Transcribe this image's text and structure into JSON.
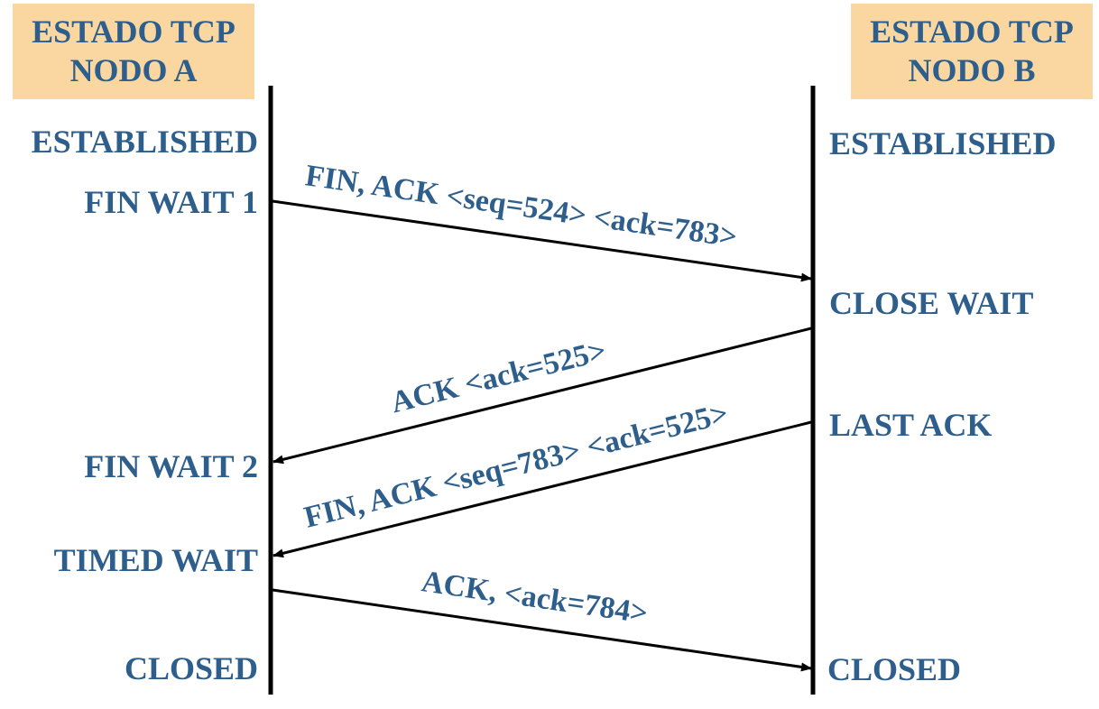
{
  "node_a": {
    "line1": "ESTADO TCP",
    "line2": "NODO A"
  },
  "node_b": {
    "line1": "ESTADO TCP",
    "line2": "NODO B"
  },
  "states_a": {
    "established": "ESTABLISHED",
    "fin_wait_1": "FIN WAIT 1",
    "fin_wait_2": "FIN WAIT 2",
    "timed_wait": "TIMED WAIT",
    "closed": "CLOSED"
  },
  "states_b": {
    "established": "ESTABLISHED",
    "close_wait": "CLOSE WAIT",
    "last_ack": "LAST ACK",
    "closed": "CLOSED"
  },
  "messages": {
    "m1": "FIN, ACK <seq=524> <ack=783>",
    "m2": "ACK <ack=525>",
    "m3": "FIN, ACK <seq=783> <ack=525>",
    "m4": "ACK, <ack=784>"
  },
  "colors": {
    "text": "#2e5f8c",
    "header_bg": "#fad7a0",
    "line": "#000000"
  }
}
